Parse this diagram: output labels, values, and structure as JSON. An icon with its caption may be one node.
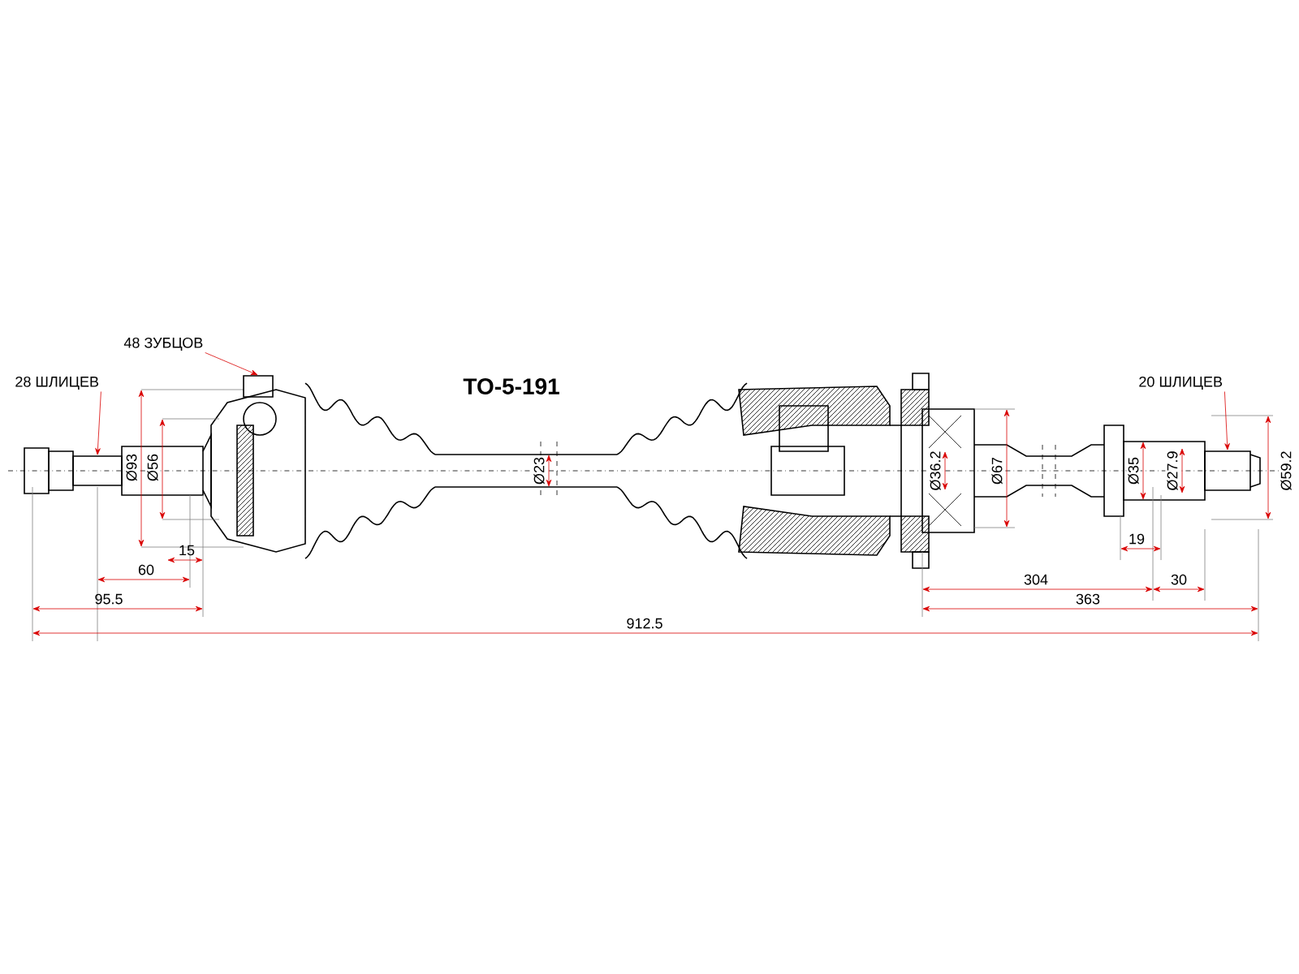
{
  "diagram": {
    "nodes": [
      {
        "text": [
          "28 ШЛИЦЕВ"
        ]
      },
      {
        "text": [
          "48 ЗУБЦОВ"
        ]
      },
      {
        "text": [
          "20 ШЛИЦЕВ"
        ]
      },
      {
        "text": [],
        "shape": "box"
      },
      {
        "text": [],
        "shape": "box"
      },
      {
        "text": [],
        "shape": "box"
      }
    ],
    "edges": [
      {
        "from": 0,
        "to": 3,
        "arrow": "to"
      },
      {
        "from": 1,
        "to": 4,
        "arrow": "to"
      },
      {
        "from": 2,
        "to": 5,
        "arrow": "to"
      }
    ],
    "labels": [
      "TO-5-191",
      "Ø93",
      "Ø56",
      "Ø23",
      "Ø36.2",
      "Ø67",
      "Ø35",
      "Ø27.9",
      "Ø59.2",
      "15",
      "60",
      "95.5",
      "912.5",
      "19",
      "304",
      "30",
      "363"
    ]
  }
}
